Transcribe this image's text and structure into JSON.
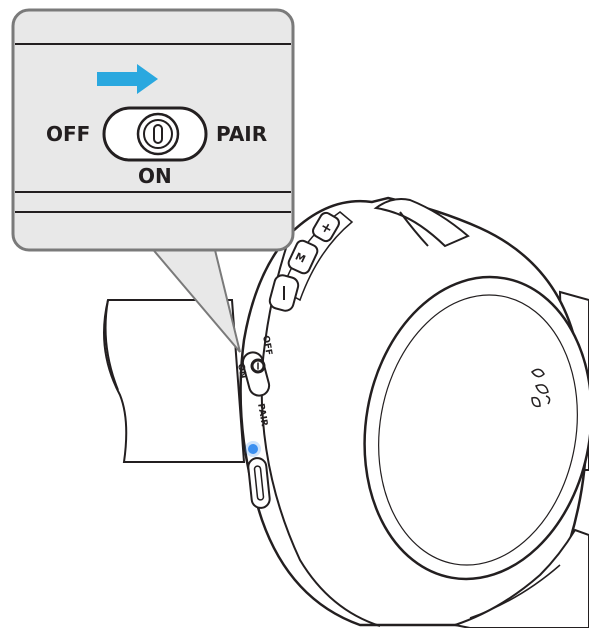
{
  "callout": {
    "off_label": "OFF",
    "on_label": "ON",
    "pair_label": "PAIR",
    "arrow_color": "#2aa8df",
    "arrow_direction": "right"
  },
  "headphone": {
    "switch_labels": {
      "off": "OFF",
      "on": "ON",
      "pair": "PAIR"
    },
    "led_color": "#3b8ff0",
    "buttons": {
      "volume_up": "+",
      "multifunction": "M",
      "volume_down": "−"
    }
  }
}
